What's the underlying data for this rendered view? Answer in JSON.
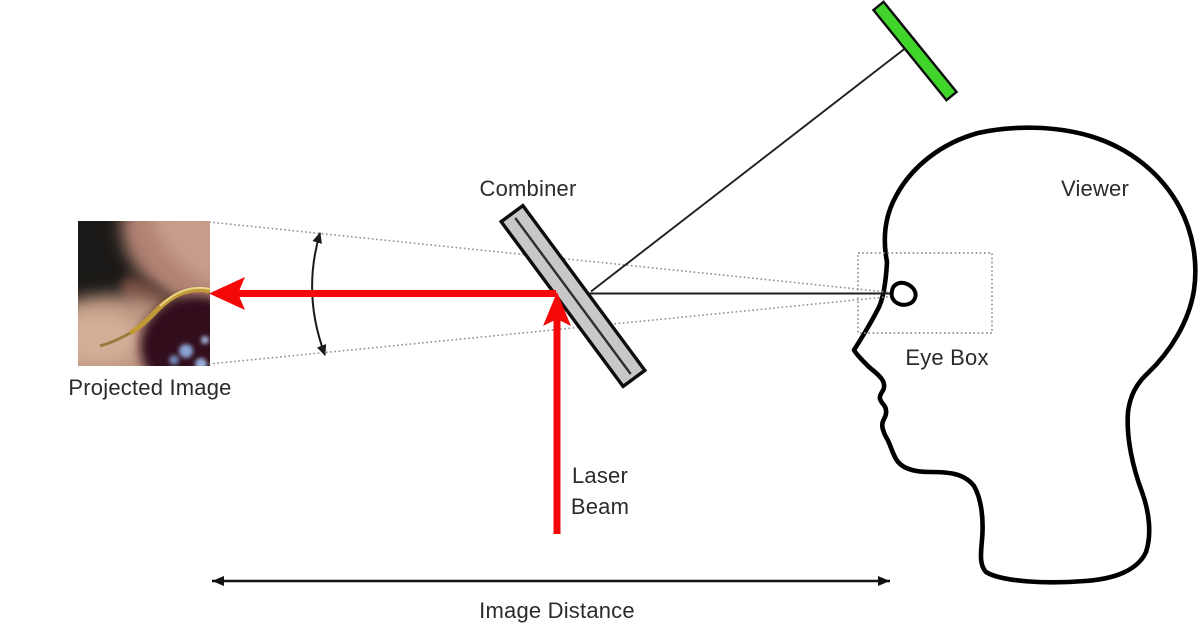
{
  "diagram": {
    "labels": {
      "combiner": "Combiner",
      "viewer": "Viewer",
      "eye_box": "Eye Box",
      "projected_image": "Projected Image",
      "laser_beam": "Laser\nBeam",
      "image_distance": "Image Distance"
    },
    "colors": {
      "laser_red": "#f40808",
      "scan_mirror_green": "#41d52c",
      "combiner_fill": "#c8c8c8",
      "combiner_center_line": "#2e2e2e",
      "outline_black": "#000000",
      "thin_line": "#1f1f1f",
      "dotted_gray": "#8f8f8f",
      "label_text": "#2b2b2b"
    }
  }
}
